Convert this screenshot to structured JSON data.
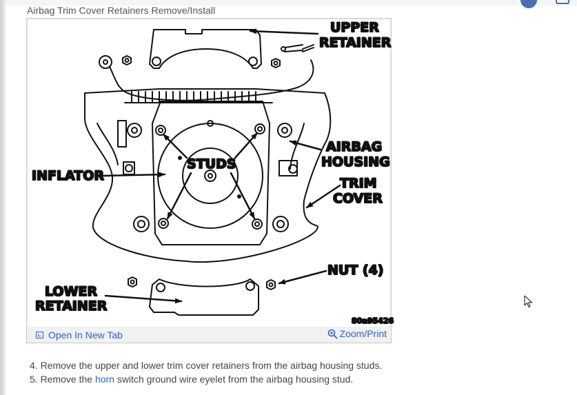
{
  "figure": {
    "caption": "Airbag Trim Cover Retainers Remove/Install",
    "labels": {
      "upper_retainer_1": "UPPER",
      "upper_retainer_2": "RETAINER",
      "airbag_housing_1": "AIRBAG",
      "airbag_housing_2": "HOUSING",
      "trim_cover_1": "TRIM",
      "trim_cover_2": "COVER",
      "inflator": "INFLATOR",
      "studs": "STUDS",
      "nut": "NUT (4)",
      "lower_retainer_1": "LOWER",
      "lower_retainer_2": "RETAINER"
    },
    "image_code": "80a95426"
  },
  "toolbar": {
    "open_new_tab": "Open In New Tab",
    "zoom_print": "Zoom/Print"
  },
  "steps": [
    {
      "text": "4. Remove the upper and lower trim cover retainers from the airbag housing studs."
    },
    {
      "prefix": "5. Remove the ",
      "link": "horn",
      "suffix": " switch ground wire eyelet from the airbag housing stud."
    }
  ],
  "colors": {
    "link": "#2f62c9",
    "avatar": "#4a6fb0"
  },
  "icons": [
    "open-new-tab-icon",
    "zoom-magnifier-icon",
    "mouse-cursor-icon"
  ]
}
